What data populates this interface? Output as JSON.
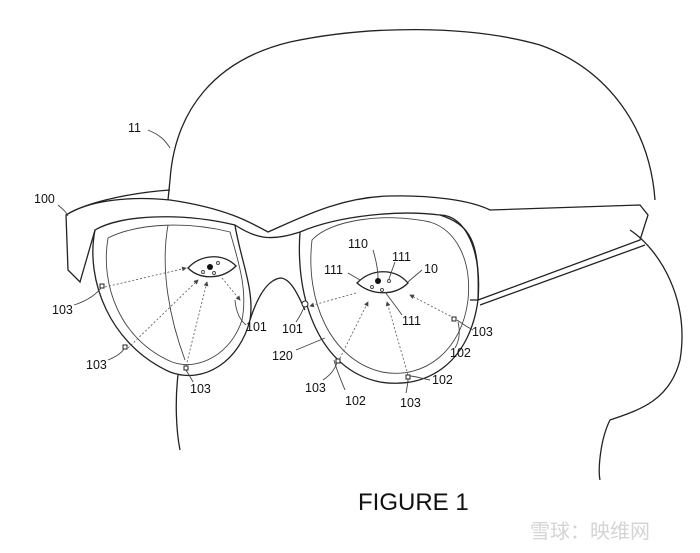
{
  "figure": {
    "caption": "FIGURE 1",
    "labels": [
      {
        "text": "11"
      },
      {
        "text": "100"
      },
      {
        "text": "103"
      },
      {
        "text": "103"
      },
      {
        "text": "103"
      },
      {
        "text": "101"
      },
      {
        "text": "101"
      },
      {
        "text": "120"
      },
      {
        "text": "103"
      },
      {
        "text": "102"
      },
      {
        "text": "103"
      },
      {
        "text": "102"
      },
      {
        "text": "102"
      },
      {
        "text": "103"
      },
      {
        "text": "110"
      },
      {
        "text": "111"
      },
      {
        "text": "10"
      },
      {
        "text": "111"
      },
      {
        "text": "111"
      }
    ]
  },
  "watermark": "雪球：映维网"
}
